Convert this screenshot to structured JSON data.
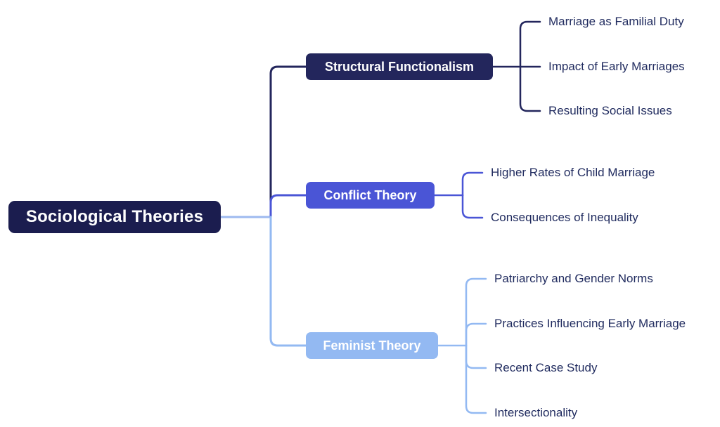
{
  "diagram_type": "mindmap",
  "root": {
    "label": "Sociological Theories",
    "color": "#1b1d4f",
    "text_color": "#ffffff"
  },
  "colors": {
    "root_link": "#9db9ef",
    "structural_link": "#23265c",
    "conflict_link": "#4a55d6",
    "feminist_link": "#93b9f2",
    "leaf_text": "#1f2a5e",
    "background": "#ffffff"
  },
  "branches": [
    {
      "label": "Structural Functionalism",
      "color": "#23265c",
      "children": [
        "Marriage as Familial Duty",
        "Impact of Early Marriages",
        "Resulting Social Issues"
      ]
    },
    {
      "label": "Conflict Theory",
      "color": "#4a55d6",
      "children": [
        "Higher Rates of Child Marriage",
        "Consequences of Inequality"
      ]
    },
    {
      "label": "Feminist Theory",
      "color": "#93b9f2",
      "children": [
        "Patriarchy and Gender Norms",
        "Practices Influencing Early Marriage",
        "Recent Case Study",
        "Intersectionality"
      ]
    }
  ]
}
